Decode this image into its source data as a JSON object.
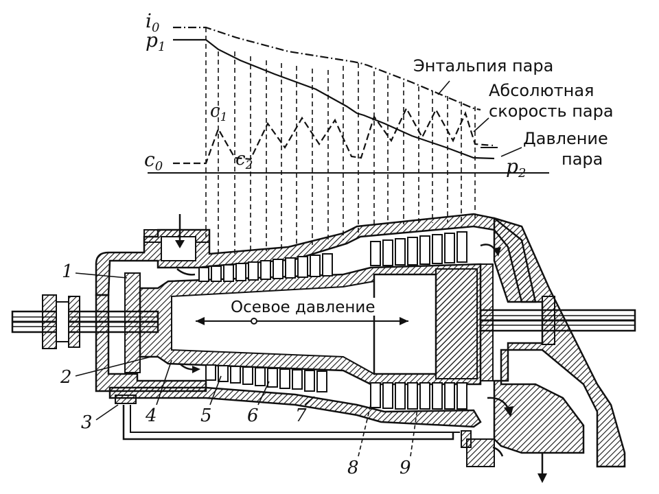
{
  "graph": {
    "symbols": {
      "i0": "i",
      "i0_sub": "0",
      "p1": "p",
      "p1_sub": "1",
      "c0": "c",
      "c0_sub": "0",
      "c1": "c",
      "c1_sub": "1",
      "c2": "c",
      "c2_sub": "2",
      "p2": "p",
      "p2_sub": "2"
    },
    "labels": {
      "enthalpy": "Энтальпия пара",
      "velocity_line1": "Абсолютная",
      "velocity_line2": "скорость пара",
      "pressure_line1": "Давление",
      "pressure_line2": "пара"
    }
  },
  "turbine": {
    "axial_thrust": "Осевое давление"
  },
  "callouts": [
    "1",
    "2",
    "3",
    "4",
    "5",
    "6",
    "7",
    "8",
    "9"
  ],
  "colors": {
    "ink": "#111111",
    "background": "#ffffff"
  }
}
